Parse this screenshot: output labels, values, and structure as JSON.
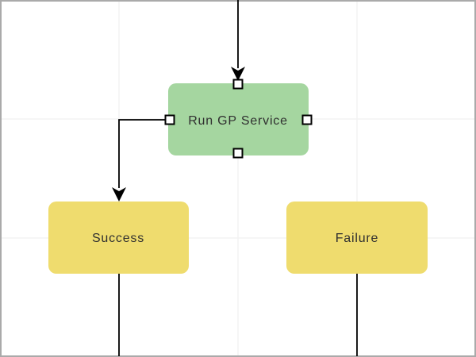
{
  "canvas": {
    "background": "#ffffff",
    "border_color": "#aaaaaa",
    "grid_color": "#ededed",
    "connector_color": "#000000",
    "text_color": "#303030",
    "handle_fill": "#ffffff",
    "handle_border": "#000000"
  },
  "nodes": [
    {
      "id": "run-gp-service",
      "label": "Run GP Service",
      "fill": "#a5d6a0",
      "selected": true
    },
    {
      "id": "success",
      "label": "Success",
      "fill": "#efdc6e",
      "selected": false
    },
    {
      "id": "failure",
      "label": "Failure",
      "fill": "#efdc6e",
      "selected": false
    }
  ],
  "connectors": [
    {
      "id": "incoming-top-arrow"
    },
    {
      "id": "run-gp-service-to-success"
    },
    {
      "id": "success-outgoing"
    },
    {
      "id": "failure-outgoing"
    }
  ]
}
